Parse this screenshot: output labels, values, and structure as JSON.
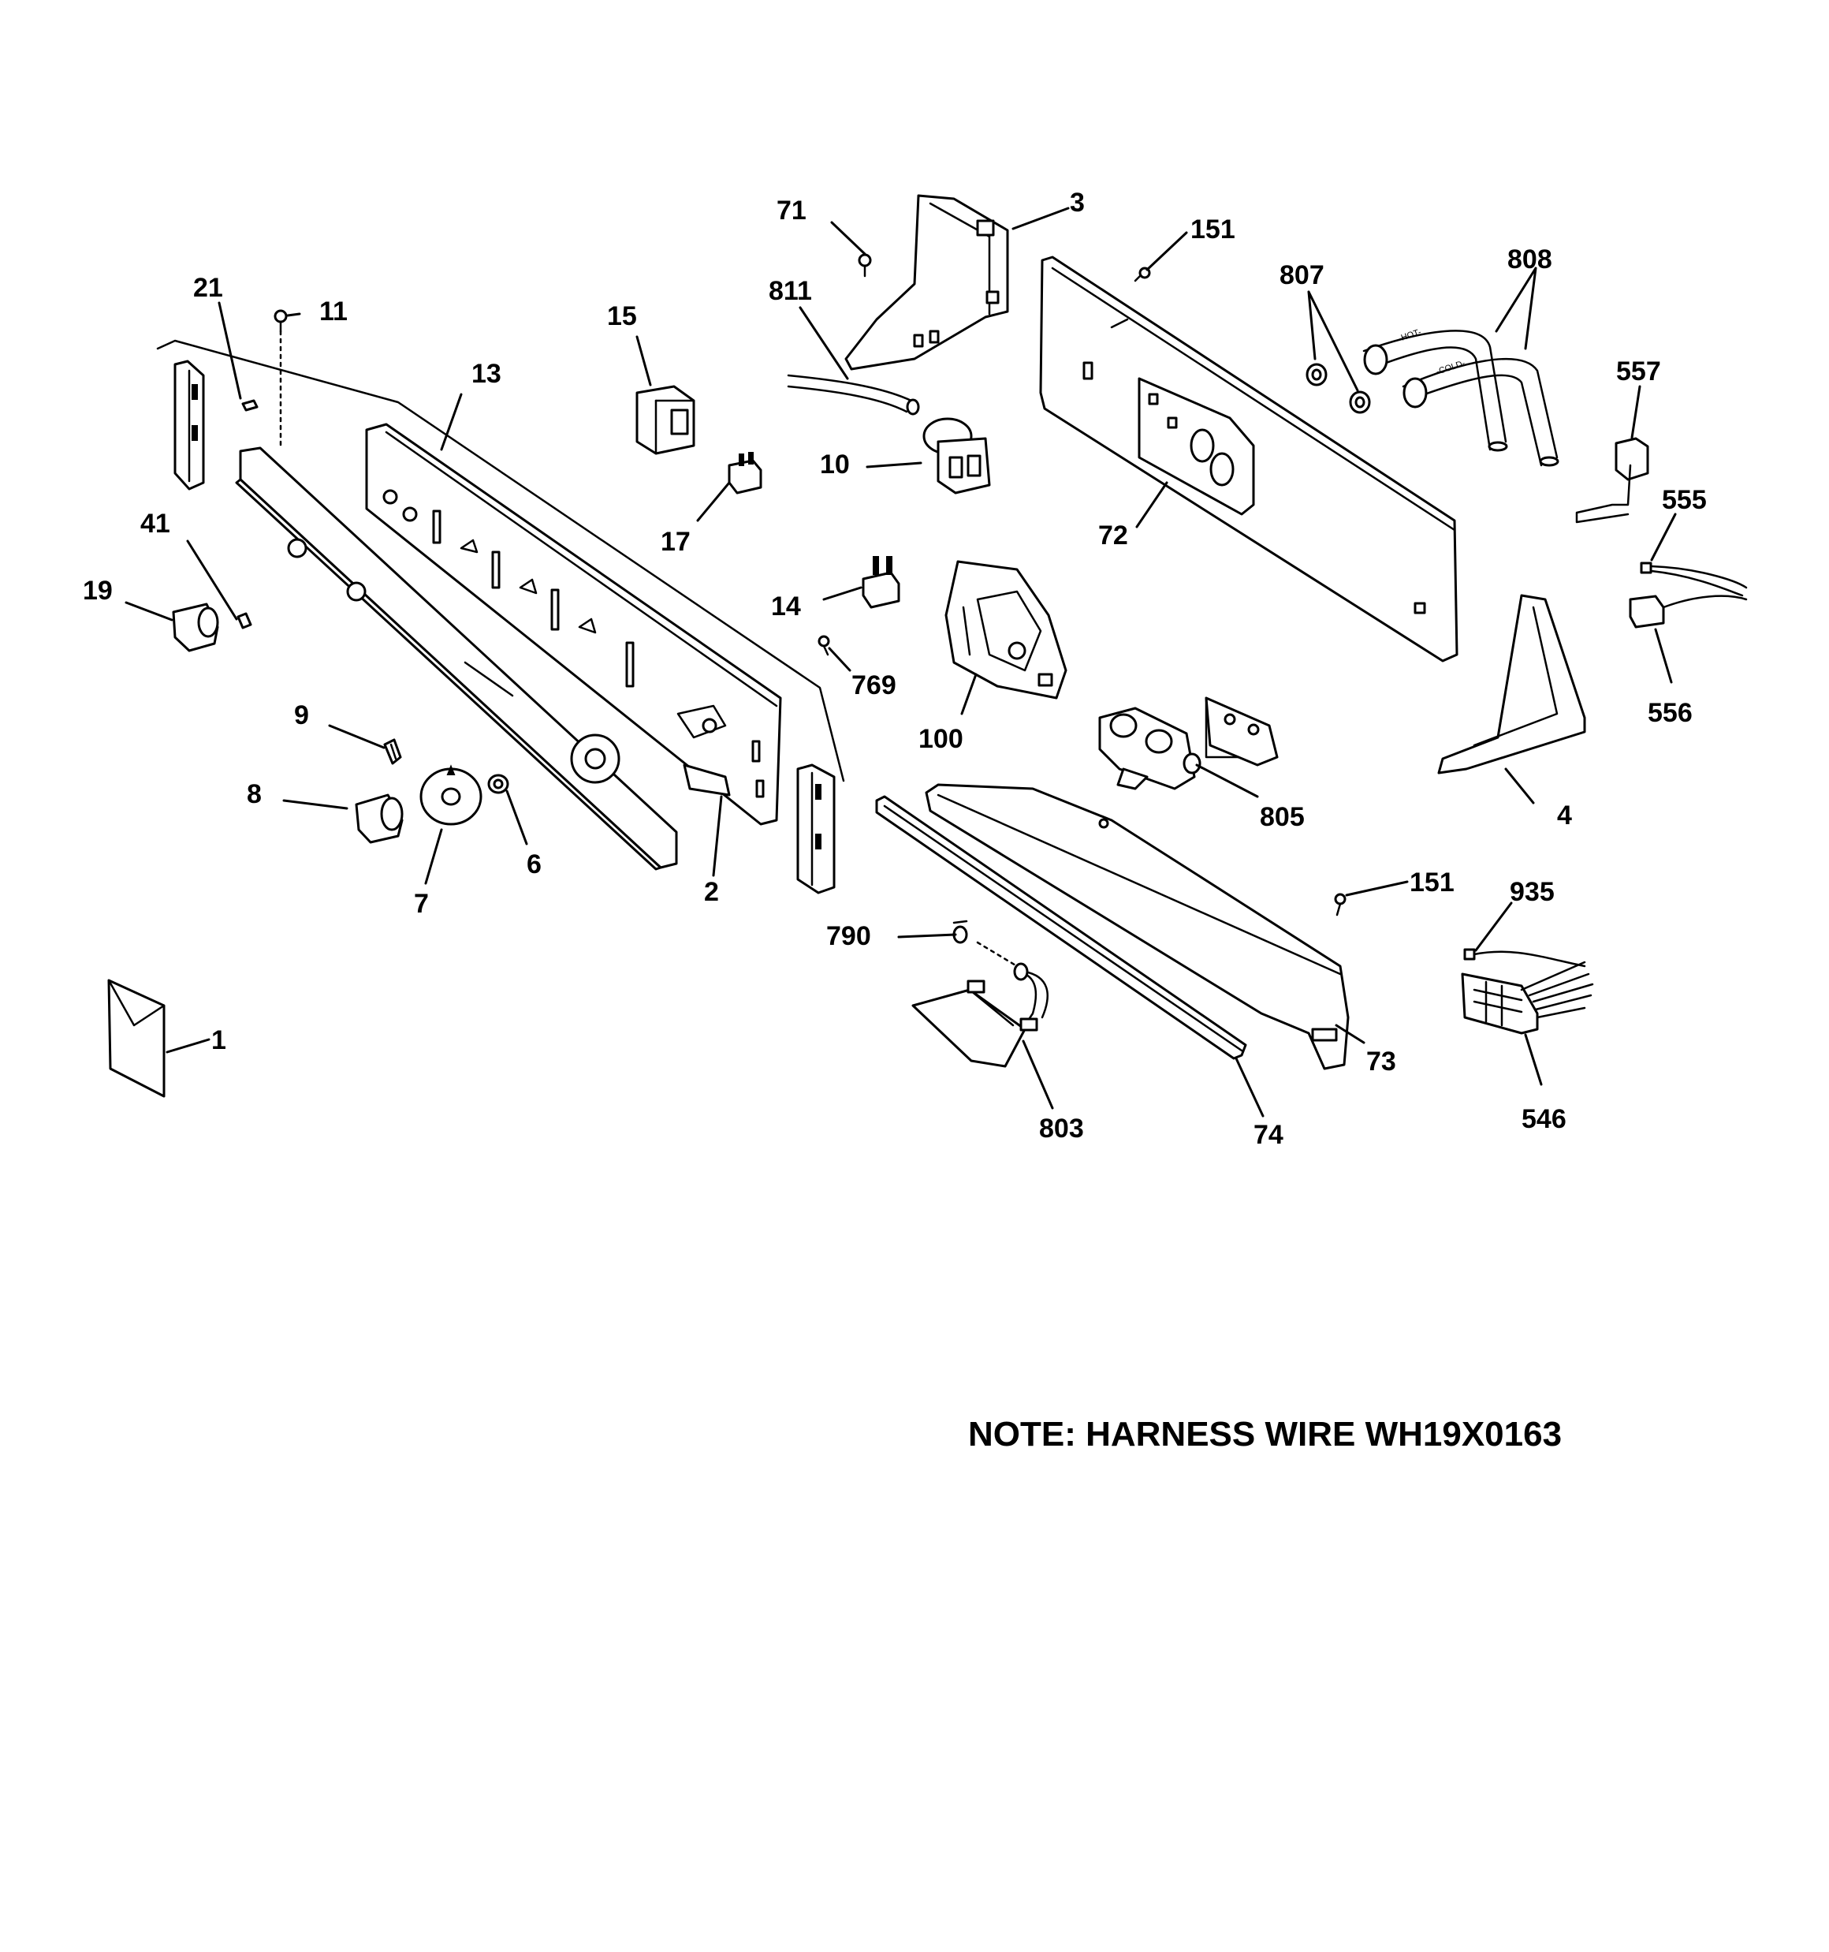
{
  "diagram": {
    "callouts": [
      {
        "id": "c1",
        "label": "1"
      },
      {
        "id": "c2",
        "label": "2"
      },
      {
        "id": "c3",
        "label": "3"
      },
      {
        "id": "c4",
        "label": "4"
      },
      {
        "id": "c6",
        "label": "6"
      },
      {
        "id": "c7",
        "label": "7"
      },
      {
        "id": "c8",
        "label": "8"
      },
      {
        "id": "c9",
        "label": "9"
      },
      {
        "id": "c10",
        "label": "10"
      },
      {
        "id": "c11",
        "label": "11"
      },
      {
        "id": "c13",
        "label": "13"
      },
      {
        "id": "c14",
        "label": "14"
      },
      {
        "id": "c15",
        "label": "15"
      },
      {
        "id": "c17",
        "label": "17"
      },
      {
        "id": "c19",
        "label": "19"
      },
      {
        "id": "c21",
        "label": "21"
      },
      {
        "id": "c41",
        "label": "41"
      },
      {
        "id": "c71",
        "label": "71"
      },
      {
        "id": "c72",
        "label": "72"
      },
      {
        "id": "c73",
        "label": "73"
      },
      {
        "id": "c74",
        "label": "74"
      },
      {
        "id": "c100",
        "label": "100"
      },
      {
        "id": "c151a",
        "label": "151"
      },
      {
        "id": "c151b",
        "label": "151"
      },
      {
        "id": "c546",
        "label": "546"
      },
      {
        "id": "c555",
        "label": "555"
      },
      {
        "id": "c556",
        "label": "556"
      },
      {
        "id": "c557",
        "label": "557"
      },
      {
        "id": "c769",
        "label": "769"
      },
      {
        "id": "c790",
        "label": "790"
      },
      {
        "id": "c803",
        "label": "803"
      },
      {
        "id": "c805",
        "label": "805"
      },
      {
        "id": "c807",
        "label": "807"
      },
      {
        "id": "c808",
        "label": "808"
      },
      {
        "id": "c811",
        "label": "811"
      },
      {
        "id": "c935",
        "label": "935"
      }
    ],
    "hose_labels": {
      "hot": "-HOT-",
      "cold": "-COLD-"
    },
    "note": "NOTE: HARNESS WIRE WH19X0163"
  }
}
